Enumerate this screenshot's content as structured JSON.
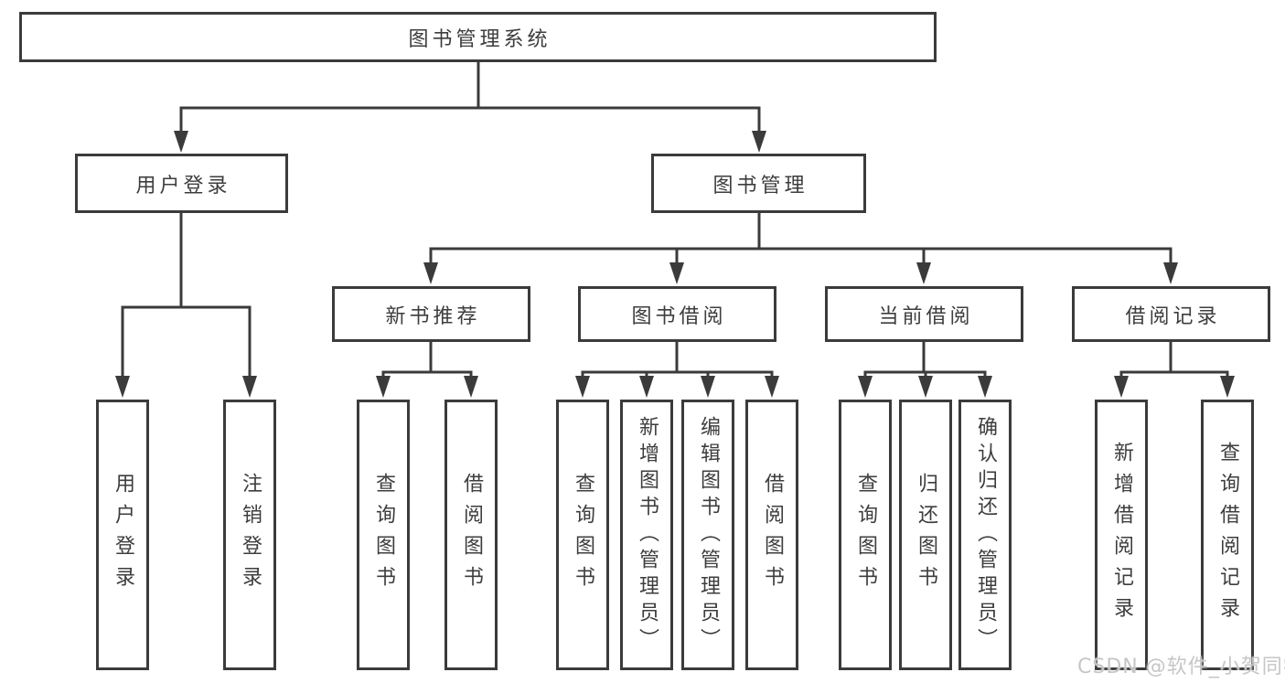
{
  "colors": {
    "line": "#3b3b3b",
    "text": "#3d3d3d",
    "watermark_text": "#c6c6c6",
    "background": "#ffffff"
  },
  "tree": {
    "root": "图书管理系统",
    "level2": [
      "用户登录",
      "图书管理"
    ],
    "level3": [
      "新书推荐",
      "图书借阅",
      "当前借阅",
      "借阅记录"
    ],
    "leaves": {
      "user_login": [
        "用户登录",
        "注销登录"
      ],
      "new_book_recommend": [
        "查询图书",
        "借阅图书"
      ],
      "book_borrow": [
        "查询图书",
        "新增图书（管理员）",
        "编辑图书（管理员）",
        "借阅图书"
      ],
      "current_borrow": [
        "查询图书",
        "归还图书",
        "确认归还（管理员）"
      ],
      "borrow_records": [
        "新增借阅记录",
        "查询借阅记录"
      ]
    }
  },
  "watermark": "CSDN @软件_小贺同学"
}
